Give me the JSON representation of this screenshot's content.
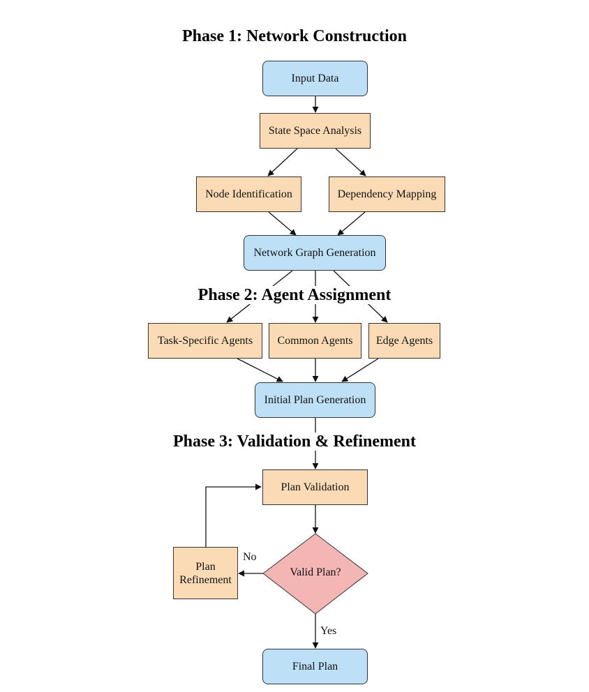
{
  "phases": {
    "phase1": "Phase 1: Network Construction",
    "phase2": "Phase 2: Agent Assignment",
    "phase3": "Phase 3: Validation & Refinement"
  },
  "nodes": {
    "input_data": "Input Data",
    "state_space": "State Space Analysis",
    "node_identification": "Node Identification",
    "dependency_mapping": "Dependency Mapping",
    "network_graph": "Network Graph Generation",
    "task_specific_agents": "Task-Specific Agents",
    "common_agents": "Common Agents",
    "edge_agents": "Edge Agents",
    "initial_plan": "Initial Plan Generation",
    "plan_validation": "Plan Validation",
    "valid_plan": "Valid Plan?",
    "plan_refinement_line1": "Plan",
    "plan_refinement_line2": "Refinement",
    "final_plan": "Final Plan"
  },
  "edge_labels": {
    "no": "No",
    "yes": "Yes"
  },
  "colors": {
    "process_blue": "#bde0f6",
    "process_orange": "#fadbb5",
    "decision_pink": "#f4b5b5"
  }
}
